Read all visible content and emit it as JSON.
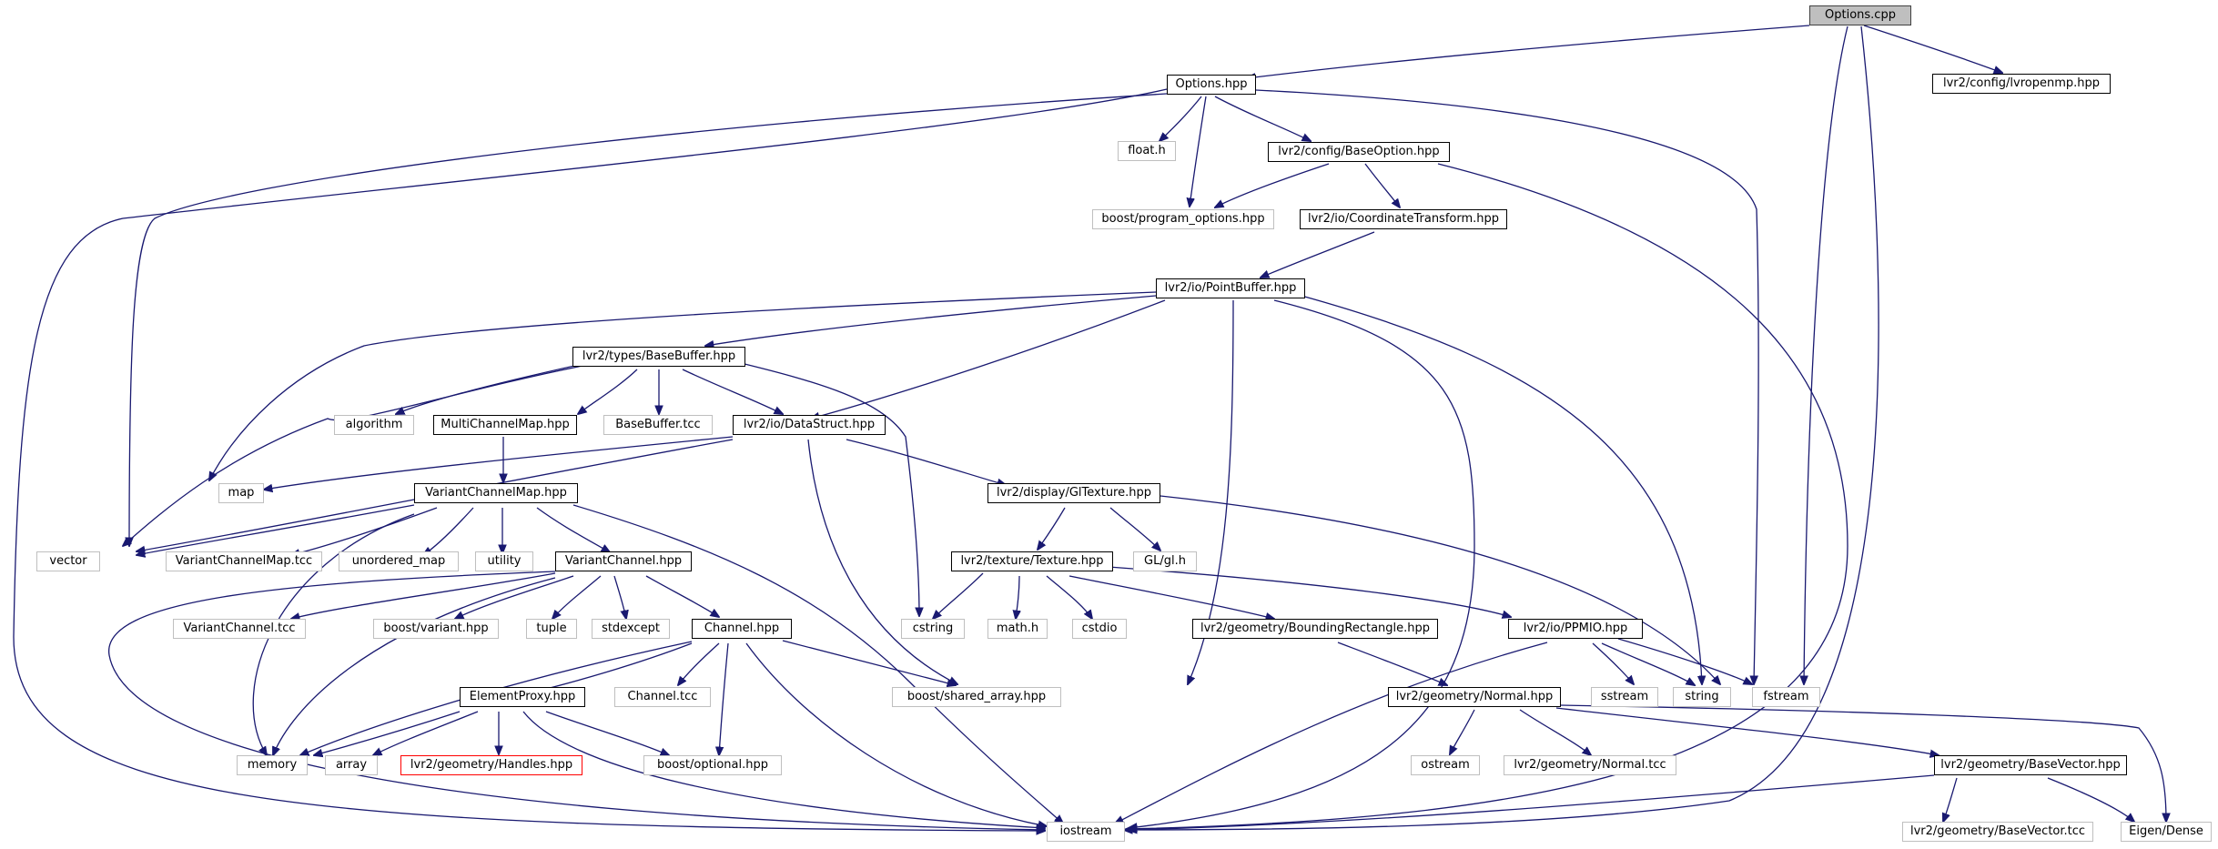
{
  "colors": {
    "edge": "#191970",
    "documented_border": "#000000",
    "external_border": "#bfbfbf",
    "missing_border": "#ff0000",
    "root_fill": "#bfbfbf"
  },
  "nodes": {
    "options_cpp": "Options.cpp",
    "options_hpp": "Options.hpp",
    "lvropenmp": "lvr2/config/lvropenmp.hpp",
    "float_h": "float.h",
    "baseoption": "lvr2/config/BaseOption.hpp",
    "program_options": "boost/program_options.hpp",
    "coordinatetransform": "lvr2/io/CoordinateTransform.hpp",
    "pointbuffer": "lvr2/io/PointBuffer.hpp",
    "basebuffer": "lvr2/types/BaseBuffer.hpp",
    "algorithm": "algorithm",
    "multichannelmap": "MultiChannelMap.hpp",
    "basebuffer_tcc": "BaseBuffer.tcc",
    "datastruct": "lvr2/io/DataStruct.hpp",
    "map": "map",
    "variantchannelmap": "VariantChannelMap.hpp",
    "gltexture": "lvr2/display/GlTexture.hpp",
    "vector": "vector",
    "variantchannelmap_tcc": "VariantChannelMap.tcc",
    "unordered_map": "unordered_map",
    "utility": "utility",
    "variantchannel": "VariantChannel.hpp",
    "texture": "lvr2/texture/Texture.hpp",
    "gl_h": "GL/gl.h",
    "variantchannel_tcc": "VariantChannel.tcc",
    "boost_variant": "boost/variant.hpp",
    "tuple": "tuple",
    "stdexcept": "stdexcept",
    "channel": "Channel.hpp",
    "cstring": "cstring",
    "math_h": "math.h",
    "cstdio": "cstdio",
    "boundingrectangle": "lvr2/geometry/BoundingRectangle.hpp",
    "ppmio": "lvr2/io/PPMIO.hpp",
    "elementproxy": "ElementProxy.hpp",
    "channel_tcc": "Channel.tcc",
    "shared_array": "boost/shared_array.hpp",
    "sstream": "sstream",
    "string": "string",
    "fstream": "fstream",
    "normal": "lvr2/geometry/Normal.hpp",
    "memory": "memory",
    "array": "array",
    "handles": "lvr2/geometry/Handles.hpp",
    "boost_optional": "boost/optional.hpp",
    "ostream": "ostream",
    "normal_tcc": "lvr2/geometry/Normal.tcc",
    "basevector": "lvr2/geometry/BaseVector.hpp",
    "iostream": "iostream",
    "basevector_tcc": "lvr2/geometry/BaseVector.tcc",
    "eigen_dense": "Eigen/Dense"
  }
}
